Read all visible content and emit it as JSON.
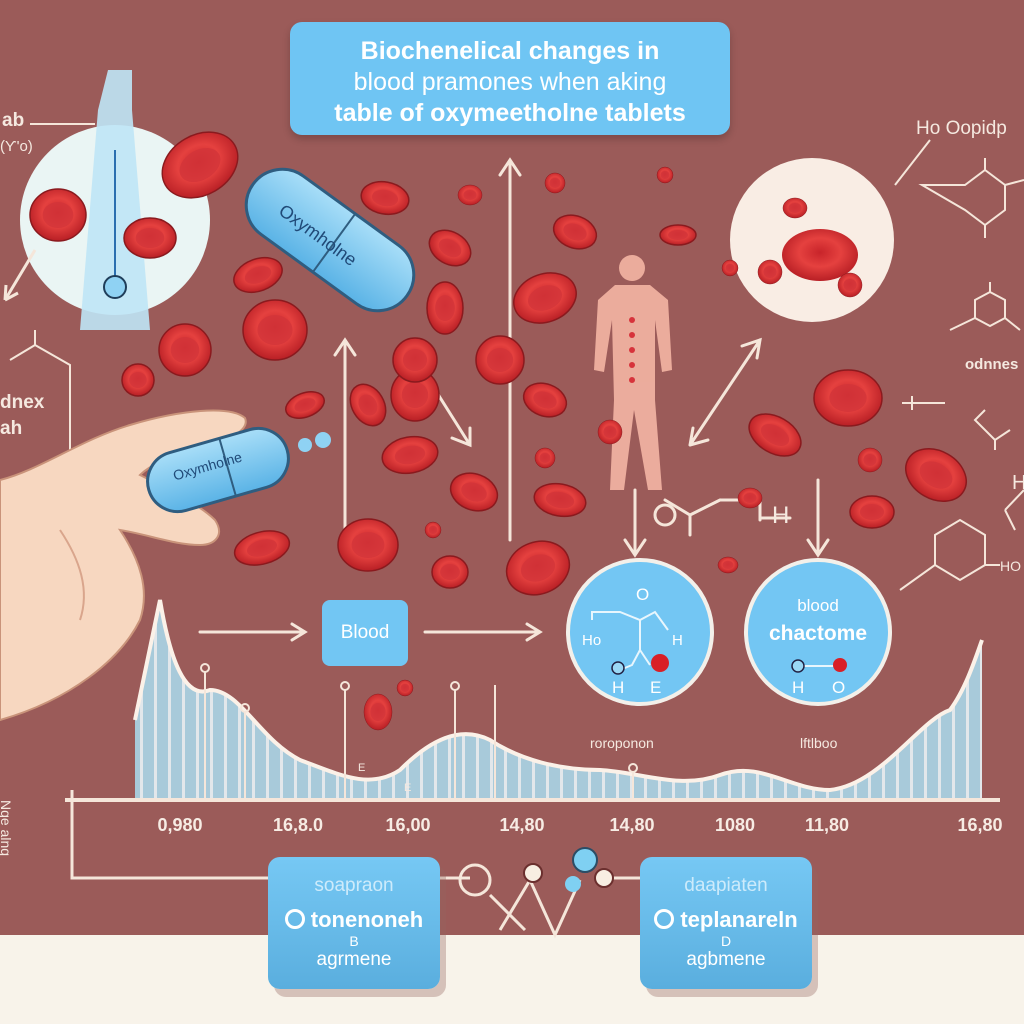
{
  "title": {
    "line1": "Biochenelical  changes in",
    "line2": "blood   pramones when  aking",
    "line3": "table of oxymeetholne tablets"
  },
  "pills": {
    "large_label": "Oxymholne",
    "small_label": "Oxymholne"
  },
  "side_labels": {
    "top_left_1": "ab",
    "top_left_2": "(Ƴ'o)",
    "mid_left_1": "dnex",
    "mid_left_2": "ah",
    "top_right": "Ho Oopidp",
    "mid_right": "odnnes",
    "right_h": "H",
    "right_ho": "HO",
    "center_o": "O",
    "center_h": "H"
  },
  "flow": {
    "blood_box": "Blood",
    "circle1": {
      "o": "O",
      "h_left": "Ho",
      "h_right": "H",
      "bottom_h": "H",
      "bottom_e": "E",
      "caption": "roroponon"
    },
    "circle2": {
      "line1": "blood",
      "line2": "chactome",
      "h": "H",
      "o": "O",
      "caption": "lftlboo"
    }
  },
  "chart": {
    "ylabel": "Nqe alnq",
    "ticks": [
      "0,980",
      "16,8.0",
      "16,00",
      "14,80",
      "14,80",
      "1080",
      "11,80",
      "16,80"
    ],
    "small_marks": [
      "E",
      "E"
    ]
  },
  "cards": [
    {
      "heading": "soapraon",
      "main": "tonenoneh",
      "sub": "B",
      "bottom": "agrmene"
    },
    {
      "heading": "daapiaten",
      "main": "teplanareln",
      "sub": "D",
      "bottom": "agbmene"
    }
  ],
  "colors": {
    "background": "#9b5b59",
    "footer": "#f8f3ea",
    "accent_blue": "#6fc5f3",
    "blood_red": "#e0383a",
    "line": "#f5e6da"
  }
}
